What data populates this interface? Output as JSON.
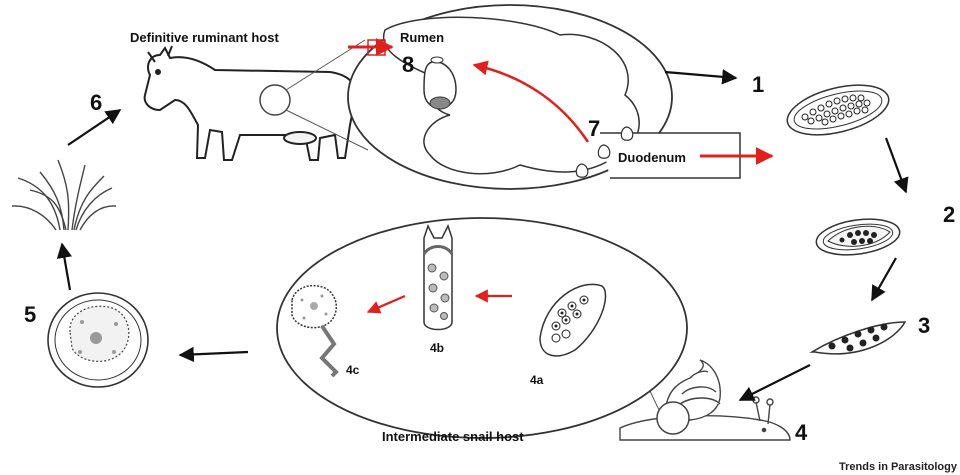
{
  "figure": {
    "hosts": {
      "definitive": "Definitive ruminant host",
      "intermediate": "Intermediate snail host"
    },
    "organs": {
      "rumen": "Rumen",
      "duodenum": "Duodenum"
    },
    "stages": {
      "s1": "1",
      "s2": "2",
      "s3": "3",
      "s4": "4",
      "s5": "5",
      "s6": "6",
      "s7": "7",
      "s8": "8",
      "s4a": "4a",
      "s4b": "4b",
      "s4c": "4c"
    },
    "source": "Trends in Parasitology",
    "colors": {
      "cycle_arrow": "#111111",
      "migration_arrow": "#e0201b",
      "stroke": "#333333"
    }
  }
}
